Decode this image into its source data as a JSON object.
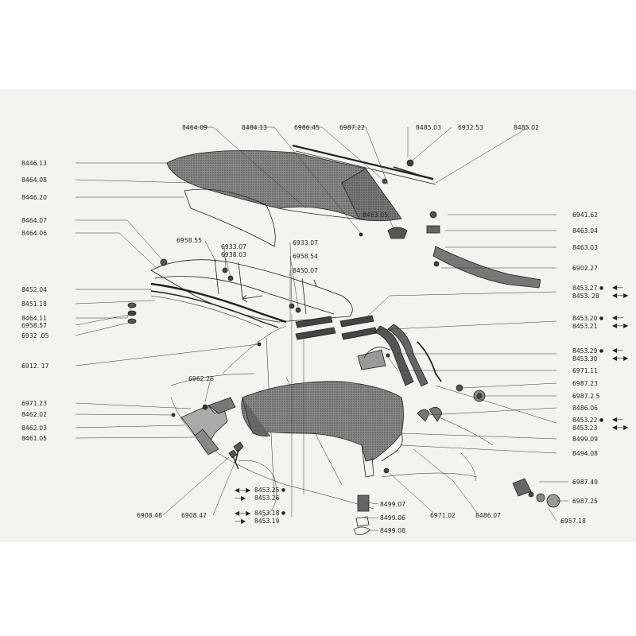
{
  "labels": {
    "l_8464_09": "8464.09",
    "l_8484_13": "8484.13",
    "l_6986_45": "6986.45",
    "l_6987_22": "6987.22",
    "l_8485_03": "8485.03",
    "l_6932_53": "6932.53",
    "l_8485_02": "8485.02",
    "l_8446_13": "8446.13",
    "l_8464_08": "8464.08",
    "l_8446_20": "8446.20",
    "l_8464_07": "8464.07",
    "l_8464_06": "8464.06",
    "l_8452_04": "8452.04",
    "l_8451_18": "8451.18",
    "l_8464_11": "8464.11",
    "l_6958_57": "6958.57",
    "l_6932_05": "6932 .05",
    "l_6912_17": "6912. 17",
    "l_6958_55": "6958.55",
    "l_6933_07a": "6933.07",
    "l_6938_03": "6938.03",
    "l_6933_07b": "6933.07",
    "l_6958_54": "6958.54",
    "l_8450_07": "8450.07",
    "l_8463_05": "8463.05",
    "l_6941_62": "6941.62",
    "l_8463_04": "8463.04",
    "l_8463_03": "8463.03",
    "l_6902_27": "6902.27",
    "l_6971_11": "6971.11",
    "l_6987_23": "6987.23",
    "l_6987_25a": "6987.2 5",
    "l_8486_06": "8486.06",
    "l_8499_09": "8499.09",
    "l_8494_08": "8494.08",
    "l_6962_26": "6962.26",
    "l_6971_23": "6971.23",
    "l_8462_02": "8462.02",
    "l_8462_03": "8462.03",
    "l_8461_05": "8461.05",
    "l_6908_48": "6908.48",
    "l_6908_47": "6908.47",
    "l_8499_07": "8499.07",
    "l_8499_06": "8499.06",
    "l_8499_08": "8499.08",
    "l_6971_02": "6971.02",
    "l_8486_07": "8486.07",
    "l_6987_49": "6987.49",
    "l_6987_25b": "6987.25",
    "l_6957_18": "6957.18"
  },
  "pairs": {
    "p_8453_27": "8453.27",
    "p_8453_28": "8453. 28",
    "p_8453_20": "8453.20",
    "p_8453_21": "8453.21",
    "p_8453_29": "8453.29",
    "p_8453_30": "8453.30",
    "p_8453_22": "8453.22",
    "p_8453_23": "8453.23",
    "p_8453_25": "8453.25",
    "p_8453_26": "8453.26",
    "p_8453_18": "8453.18",
    "p_8453_19": "8453.19"
  },
  "glyphs": {
    "dot": "●",
    "arrow_left": "◀—",
    "arrow_both": "◀—▶",
    "arrow_right": "—▶"
  },
  "colors": {
    "paper": "#f3f3f1",
    "ink": "#222222",
    "fabric": "#6f6f6f"
  }
}
